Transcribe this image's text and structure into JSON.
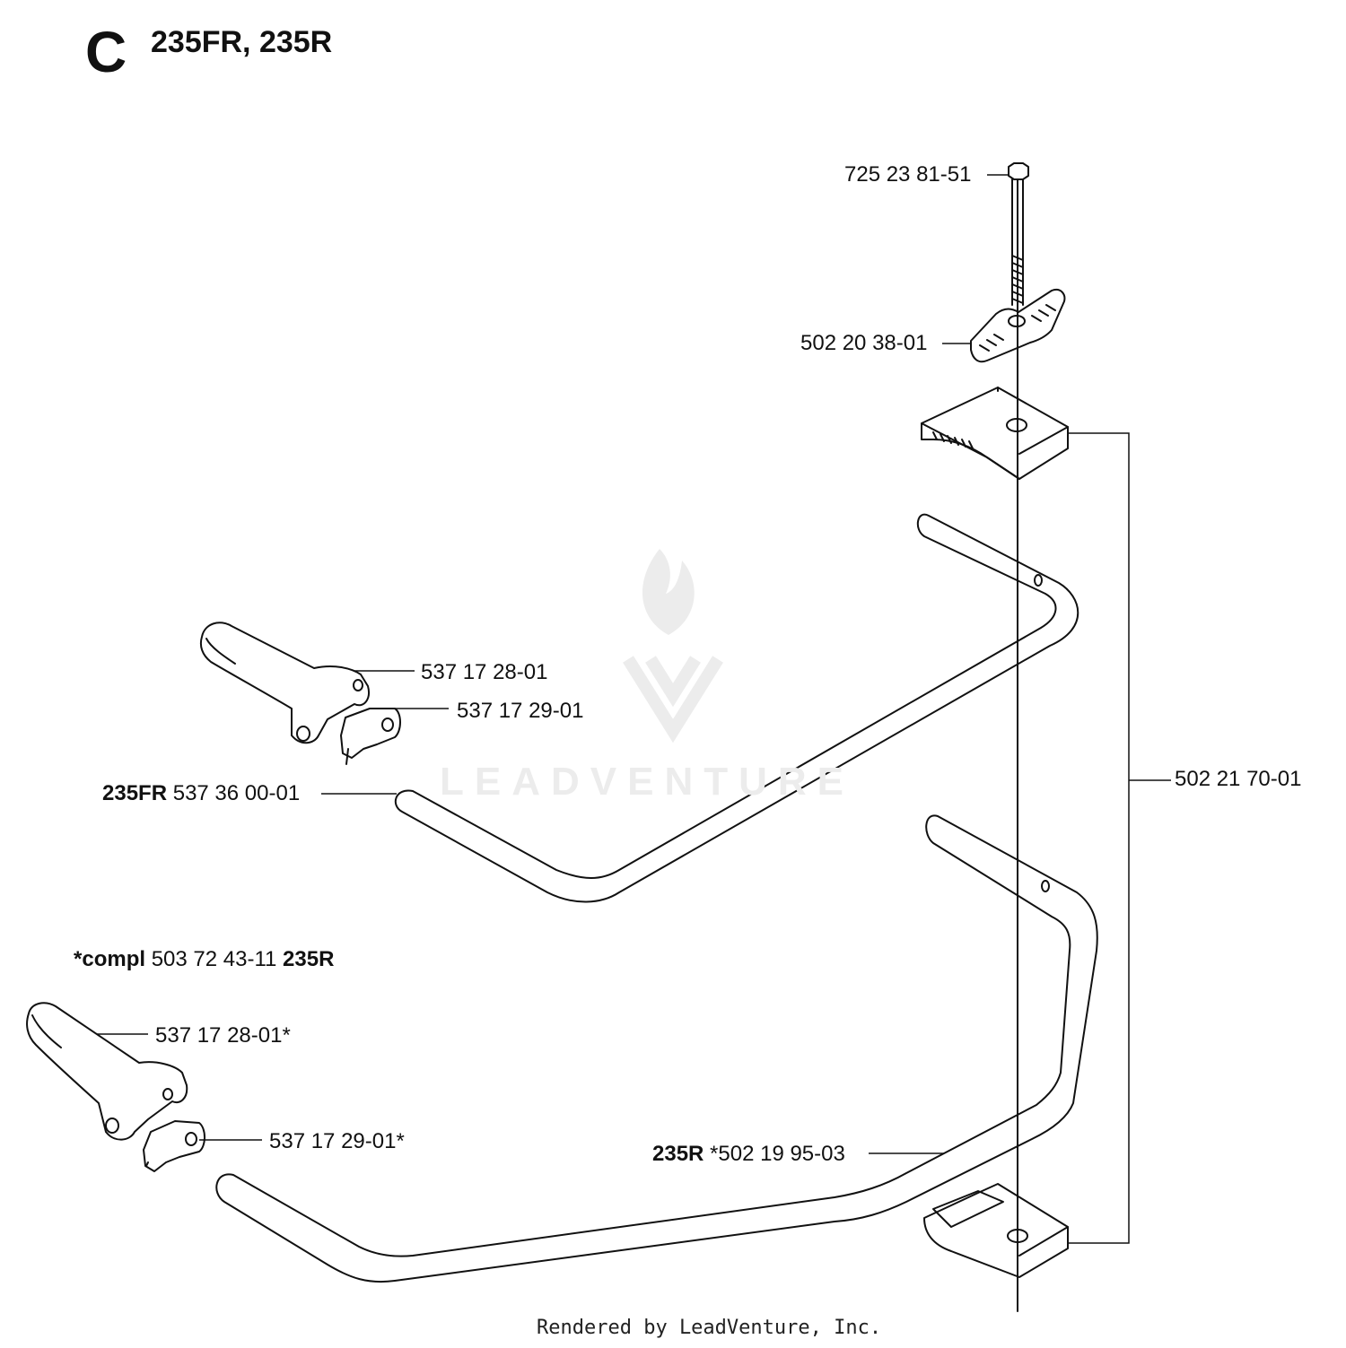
{
  "header": {
    "section_letter": "C",
    "models": "235FR, 235R"
  },
  "watermark": {
    "text": "LEADVENTURE"
  },
  "footer": {
    "text": "Rendered by LeadVenture, Inc."
  },
  "parts": {
    "bolt": "725 23 81-51",
    "knob": "502 20 38-01",
    "clamp_set": "502 21 70-01",
    "grip_upper": "537 17 28-01",
    "grip_clip_upper": "537 17 29-01",
    "handle_235fr": {
      "model": "235FR",
      "number": "537 36 00-01"
    },
    "compl": {
      "prefix": "*compl",
      "number": "503 72 43-11",
      "model": "235R"
    },
    "grip_lower": "537 17 28-01*",
    "grip_clip_lower": "537 17 29-01*",
    "handle_235r": {
      "model": "235R",
      "number": "*502 19 95-03"
    }
  },
  "colors": {
    "line": "#111111",
    "watermark": "#ececec"
  },
  "icons": [
    "flame-logo-icon",
    "v-logo-icon"
  ]
}
